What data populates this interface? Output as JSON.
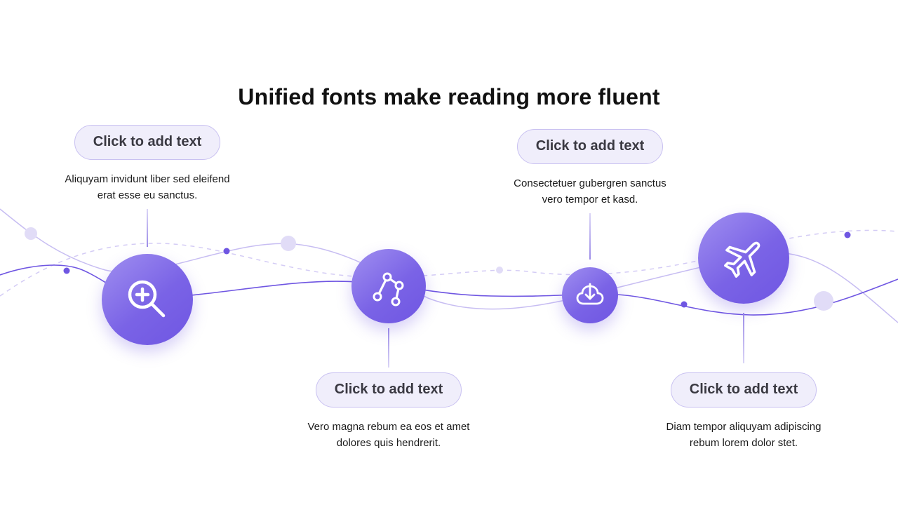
{
  "slide": {
    "title": "Unified fonts make reading more fluent"
  },
  "steps": [
    {
      "label": "Click to add text",
      "description_line1": "Aliquyam invidunt liber sed eleifend",
      "description_line2": "erat esse eu sanctus.",
      "icon": "zoom-in-icon"
    },
    {
      "label": "Click to add text",
      "description_line1": "Vero magna rebum ea eos et amet",
      "description_line2": "dolores quis hendrerit.",
      "icon": "route-nodes-icon"
    },
    {
      "label": "Click to add text",
      "description_line1": "Consectetuer gubergren sanctus",
      "description_line2": "vero tempor et kasd.",
      "icon": "cloud-download-icon"
    },
    {
      "label": "Click to add text",
      "description_line1": "Diam tempor aliquyam adipiscing",
      "description_line2": "rebum lorem dolor stet.",
      "icon": "airplane-icon"
    }
  ],
  "colors": {
    "accent": "#7a63e6",
    "accent_light": "#a08ff0",
    "pill_fill": "#f0eefb",
    "pill_border": "#c9c1f1",
    "wave_dark": "#6f56e2",
    "wave_light": "#c7bdf2"
  }
}
